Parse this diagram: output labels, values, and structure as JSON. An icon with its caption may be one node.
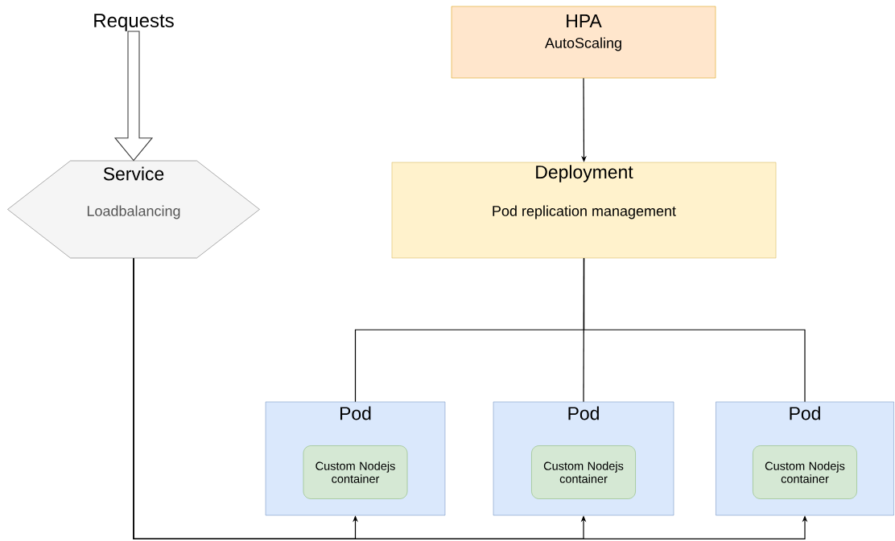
{
  "diagram": {
    "nodes": [
      {
        "text": [
          "Requests"
        ]
      },
      {
        "text": [
          "Service",
          "Loadbalancing"
        ]
      },
      {
        "text": [
          "HPA",
          "AutoScaling"
        ]
      },
      {
        "text": [
          "Deployment",
          "Pod replication management"
        ]
      },
      {
        "text": [
          "Pod"
        ]
      },
      {
        "text": [
          "Custom Nodejs container"
        ],
        "in": 4
      },
      {
        "text": [
          "Pod"
        ]
      },
      {
        "text": [
          "Custom Nodejs container"
        ],
        "in": 6
      },
      {
        "text": [
          "Pod"
        ]
      },
      {
        "text": [
          "Custom Nodejs container"
        ],
        "in": 8
      }
    ],
    "edges": [
      {
        "from": 0,
        "to": 1,
        "arrow": "to",
        "style": "thick"
      },
      {
        "from": 2,
        "to": 3,
        "arrow": "to"
      },
      {
        "from": 3,
        "to": 4,
        "arrow": "none"
      },
      {
        "from": 3,
        "to": 6,
        "arrow": "none"
      },
      {
        "from": 3,
        "to": 8,
        "arrow": "none"
      },
      {
        "from": 1,
        "to": 4,
        "arrow": "to"
      },
      {
        "from": 1,
        "to": 6,
        "arrow": "to"
      },
      {
        "from": 1,
        "to": 8,
        "arrow": "to"
      }
    ]
  }
}
